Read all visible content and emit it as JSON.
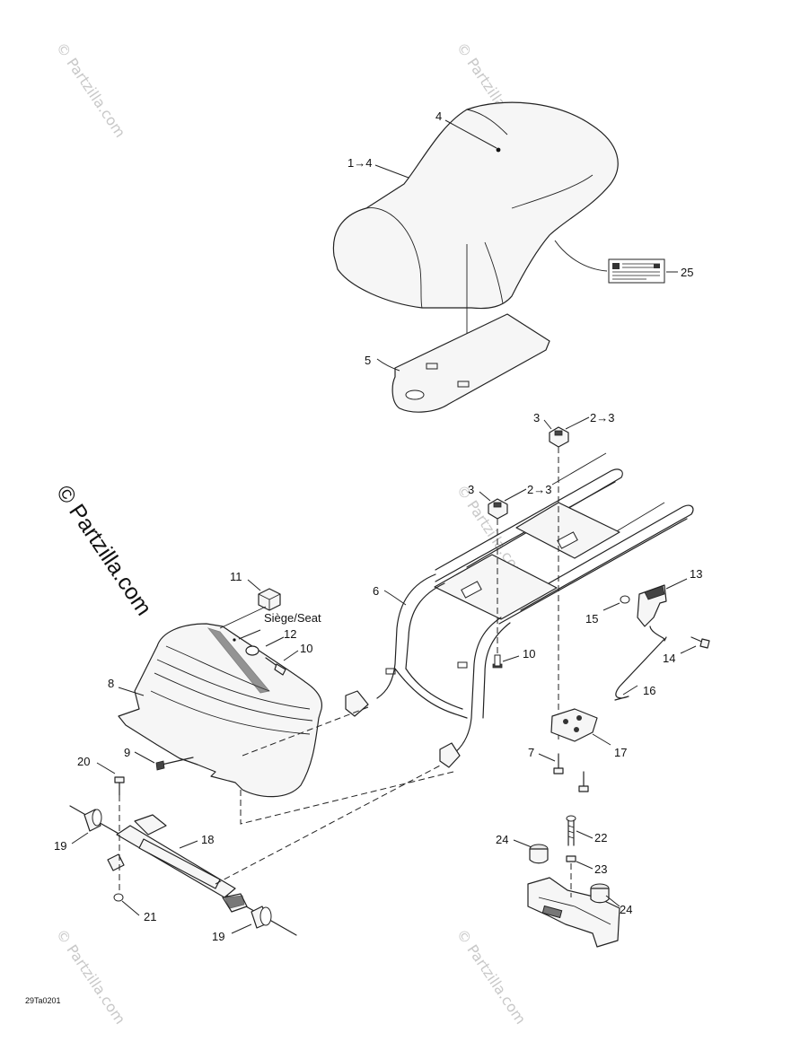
{
  "watermark": {
    "text": "© Partzilla.com",
    "main_text": "© Partzilla.com"
  },
  "diagram_code": "29Ta0201",
  "callouts": {
    "c1_4": "1→4",
    "c4": "4",
    "c25": "25",
    "c5": "5",
    "c3a": "3",
    "c2_3a": "2→3",
    "c3b": "3",
    "c2_3b": "2→3",
    "c6": "6",
    "c11": "11",
    "seat_label": "Siège/Seat",
    "c12": "12",
    "c10a": "10",
    "c10b": "10",
    "c8": "8",
    "c13": "13",
    "c15": "15",
    "c14": "14",
    "c16": "16",
    "c7": "7",
    "c17": "17",
    "c9": "9",
    "c20": "20",
    "c18": "18",
    "c19a": "19",
    "c19b": "19",
    "c21": "21",
    "c24a": "24",
    "c24b": "24",
    "c22": "22",
    "c23": "23"
  }
}
